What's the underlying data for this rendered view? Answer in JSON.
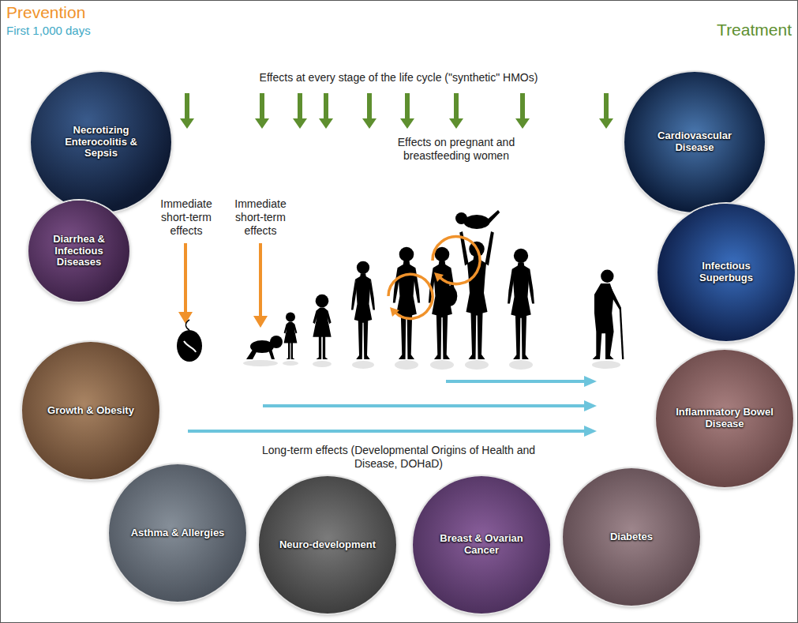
{
  "diagram": {
    "nodes": [
      {
        "text": [
          "Necrotizing Enterocolitis & Sepsis"
        ]
      },
      {
        "text": [
          "Cardiovascular Disease"
        ]
      },
      {
        "text": [
          "Diarrhea & Infectious Diseases"
        ]
      },
      {
        "text": [
          "Infectious Superbugs"
        ]
      },
      {
        "text": [
          "Growth & Obesity"
        ]
      },
      {
        "text": [
          "Inflammatory Bowel Disease"
        ]
      },
      {
        "text": [
          "Asthma & Allergies"
        ]
      },
      {
        "text": [
          "Neuro-development"
        ]
      },
      {
        "text": [
          "Breast & Ovarian Cancer"
        ]
      },
      {
        "text": [
          "Diabetes"
        ]
      }
    ],
    "labels": [
      "Prevention",
      "First 1,000 days",
      "Treatment",
      "Effects at every stage of the life cycle (\"synthetic\" HMOs)",
      "Immediate short-term effects",
      "Immediate short-term effects",
      "Effects on pregnant and breastfeeding women",
      "Long-term effects (Developmental Origins of Health and Disease, DOHaD)"
    ]
  }
}
